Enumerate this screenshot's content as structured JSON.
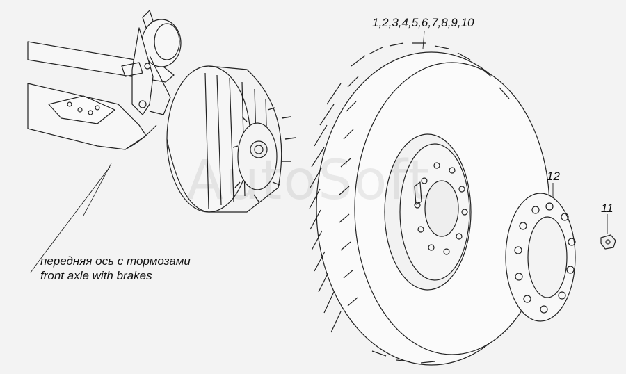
{
  "callouts": {
    "tire_parts": "1,2,3,4,5,6,7,8,9,10",
    "ring": "12",
    "nut": "11",
    "axle_ru": "передняя ось с тормозами",
    "axle_en": "front axle with brakes"
  },
  "watermark": "AutoSoft"
}
